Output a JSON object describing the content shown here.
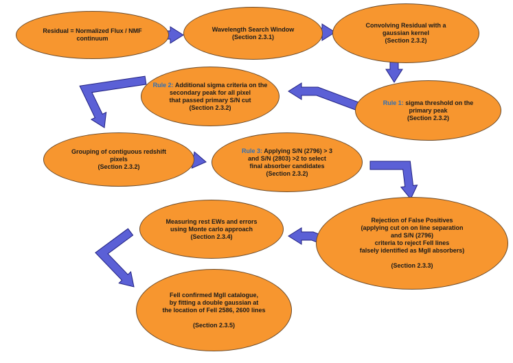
{
  "colors": {
    "node_fill": "#f7962f",
    "node_border": "#6a4a2a",
    "arrow_fill": "#5b60d6",
    "arrow_stroke": "#202080",
    "rule_label": "#2e6fb5"
  },
  "nodes": {
    "residual": {
      "lines": [
        "Residual = Normalized Flux / NMF",
        "continuum"
      ]
    },
    "wavelength": {
      "lines": [
        "Wavelength Search Window",
        "(Section 2.3.1)"
      ]
    },
    "convolving": {
      "lines": [
        "Convolving Residual with a",
        "gaussian kernel",
        "(Section 2.3.2)"
      ]
    },
    "rule2": {
      "prefix": "Rule 2:",
      "first_rest": " Additional sigma criteria on the",
      "lines": [
        "secondary peak for all pixel",
        "that passed primary S/N cut",
        "(Section 2.3.2)"
      ]
    },
    "rule1": {
      "prefix": "Rule 1:",
      "first_rest": " sigma threshold on the",
      "lines": [
        "primary peak",
        "(Section 2.3.2)"
      ]
    },
    "grouping": {
      "lines": [
        "Grouping of contiguous redshift",
        "pixels",
        "(Section 2.3.2)"
      ]
    },
    "rule3": {
      "prefix": "Rule 3:",
      "first_rest": " Applying S/N (2796) > 3",
      "lines": [
        "and S/N (2803) >2  to select",
        "final absorber candidates",
        "(Section 2.3.2)"
      ]
    },
    "measuring": {
      "lines": [
        "Measuring rest EWs and errors",
        "using Monte carlo approach",
        "(Section 2.3.4)"
      ]
    },
    "rejection": {
      "lines": [
        "Rejection of False Positives",
        "(applying cut on on line separation",
        "and S/N (2796)",
        "criteria to reject FeII lines",
        "falsely identified as MgII absorbers)"
      ],
      "section": "(Section 2.3.3)"
    },
    "catalogue": {
      "lines": [
        "FeII confirmed MgII catalogue,",
        "by fitting a double gaussian at",
        "the location of FeII 2586, 2600 lines"
      ],
      "section": "(Section 2.3.5)"
    }
  }
}
